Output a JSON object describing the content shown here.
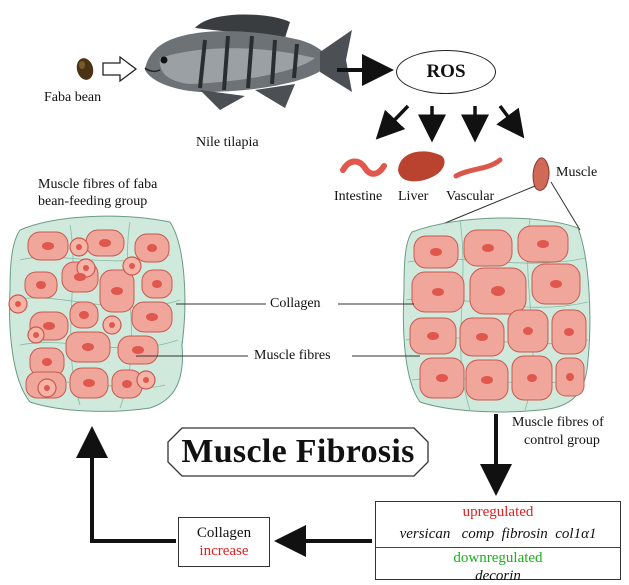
{
  "labels": {
    "faba_bean": "Faba bean",
    "nile_tilapia": "Nile tilapia",
    "ros": "ROS",
    "intestine": "Intestine",
    "liver": "Liver",
    "vascular": "Vascular",
    "muscle": "Muscle",
    "faba_group_line1": "Muscle fibres of faba",
    "faba_group_line2": "bean-feeding group",
    "collagen": "Collagen",
    "muscle_fibres": "Muscle fibres",
    "control_line1": "Muscle fibres of",
    "control_line2": "control group",
    "title": "Muscle Fibrosis",
    "collagen_box_line1": "Collagen",
    "collagen_box_line2": "increase",
    "upregulated": "upregulated",
    "up_genes": "versican   comp  fibrosin  col1α1",
    "downregulated": "downregulated",
    "down_genes": "decorin"
  },
  "colors": {
    "tissue_fill": "#cfe9dc",
    "fibre_fill": "#f0a69b",
    "fibre_stroke": "#c85a4f",
    "nucleus": "#e0584d",
    "upregulated_text": "#e02020",
    "downregulated_text": "#19b019",
    "increase_text": "#e02020"
  },
  "icons": [
    "faba-bean-icon",
    "fish-icon",
    "intestine-icon",
    "liver-icon",
    "vascular-icon",
    "muscle-icon"
  ]
}
